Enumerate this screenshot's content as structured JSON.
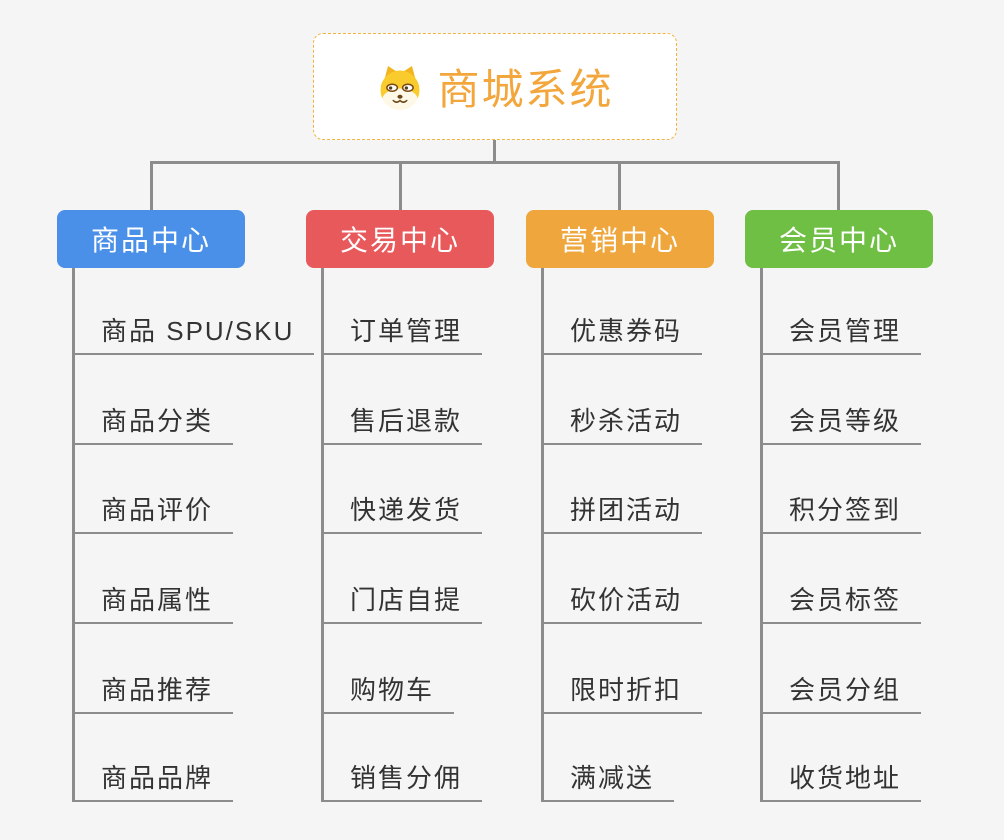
{
  "root": {
    "title": "商城系统",
    "accent_color": "#f2a63b",
    "border_color": "#f2b23d",
    "icon": "doge-icon"
  },
  "lines": {
    "color": "#8c8c8c"
  },
  "branches": [
    {
      "label": "商品中心",
      "color": "#4b90e8",
      "items": [
        "商品 SPU/SKU",
        "商品分类",
        "商品评价",
        "商品属性",
        "商品推荐",
        "商品品牌"
      ]
    },
    {
      "label": "交易中心",
      "color": "#e8595c",
      "items": [
        "订单管理",
        "售后退款",
        "快递发货",
        "门店自提",
        "购物车",
        "销售分佣"
      ]
    },
    {
      "label": "营销中心",
      "color": "#eea63d",
      "items": [
        "优惠券码",
        "秒杀活动",
        "拼团活动",
        "砍价活动",
        "限时折扣",
        "满减送"
      ]
    },
    {
      "label": "会员中心",
      "color": "#6ebf44",
      "items": [
        "会员管理",
        "会员等级",
        "积分签到",
        "会员标签",
        "会员分组",
        "收货地址"
      ]
    }
  ]
}
